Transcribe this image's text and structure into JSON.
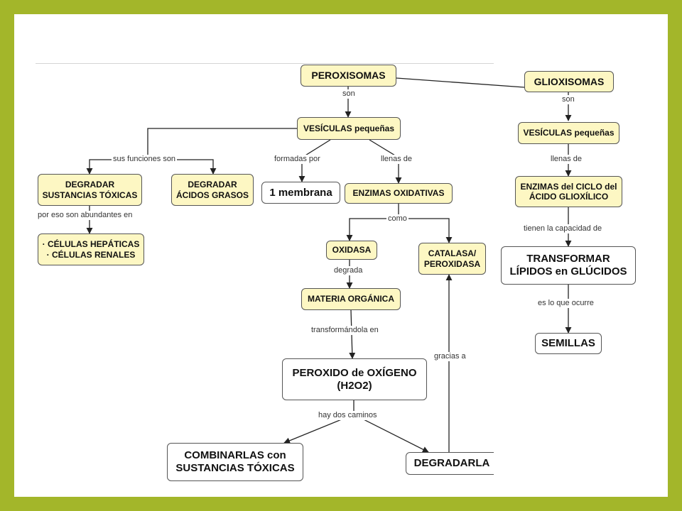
{
  "nodes": {
    "peroxisomas": "PEROXISOMAS",
    "glioxisomas": "GLIOXISOMAS",
    "vesiculas_left": "VESÍCULAS pequeñas",
    "vesiculas_right": "VESÍCULAS pequeñas",
    "degradar_toxicas": "DEGRADAR\nSUSTANCIAS TÓXICAS",
    "degradar_grasos": "DEGRADAR\nÁCIDOS GRASOS",
    "membrana": "1 membrana",
    "enzimas_oxidativas": "ENZIMAS OXIDATIVAS",
    "enzimas_glioxilico": "ENZIMAS del CICLO del\nÁCIDO GLIOXÍLICO",
    "celulas": "· CÉLULAS HEPÁTICAS\n· CÉLULAS RENALES",
    "oxidasa": "OXIDASA",
    "catalasa": "CATALASA/\nPEROXIDASA",
    "transformar": "TRANSFORMAR\nLÍPIDOS en GLÚCIDOS",
    "materia": "MATERIA ORGÁNICA",
    "semillas": "SEMILLAS",
    "peroxido": "PEROXIDO de OXÍGENO\n(H2O2)",
    "combinarlas": "COMBINARLAS con\nSUSTANCIAS TÓXICAS",
    "degradarla": "DEGRADARLA"
  },
  "labels": {
    "son_left": "son",
    "son_right": "son",
    "sus_funciones": "sus funciones son",
    "formadas_por": "formadas por",
    "llenas_left": "llenas de",
    "llenas_right": "llenas de",
    "por_eso": "por eso son abundantes en",
    "como": "como",
    "tienen": "tienen la capacidad de",
    "degrada": "degrada",
    "es_lo_que": "es lo que ocurre",
    "transformandola": "transformándola en",
    "gracias": "gracias a",
    "hay_dos": "hay dos caminos"
  },
  "colors": {
    "frame": "#a3b62a",
    "concept_fill": "#fdf7c3",
    "plain_fill": "#ffffff",
    "line": "#222222"
  }
}
